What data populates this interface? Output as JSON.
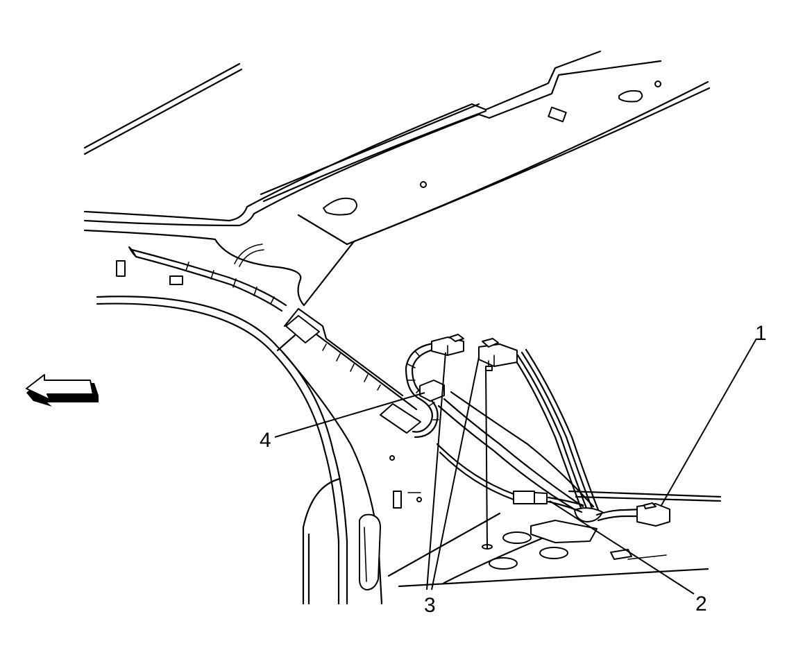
{
  "callouts": {
    "c1": "1",
    "c2": "2",
    "c3": "3",
    "c4": "4"
  },
  "icons": {
    "direction": "arrow-left-icon"
  }
}
